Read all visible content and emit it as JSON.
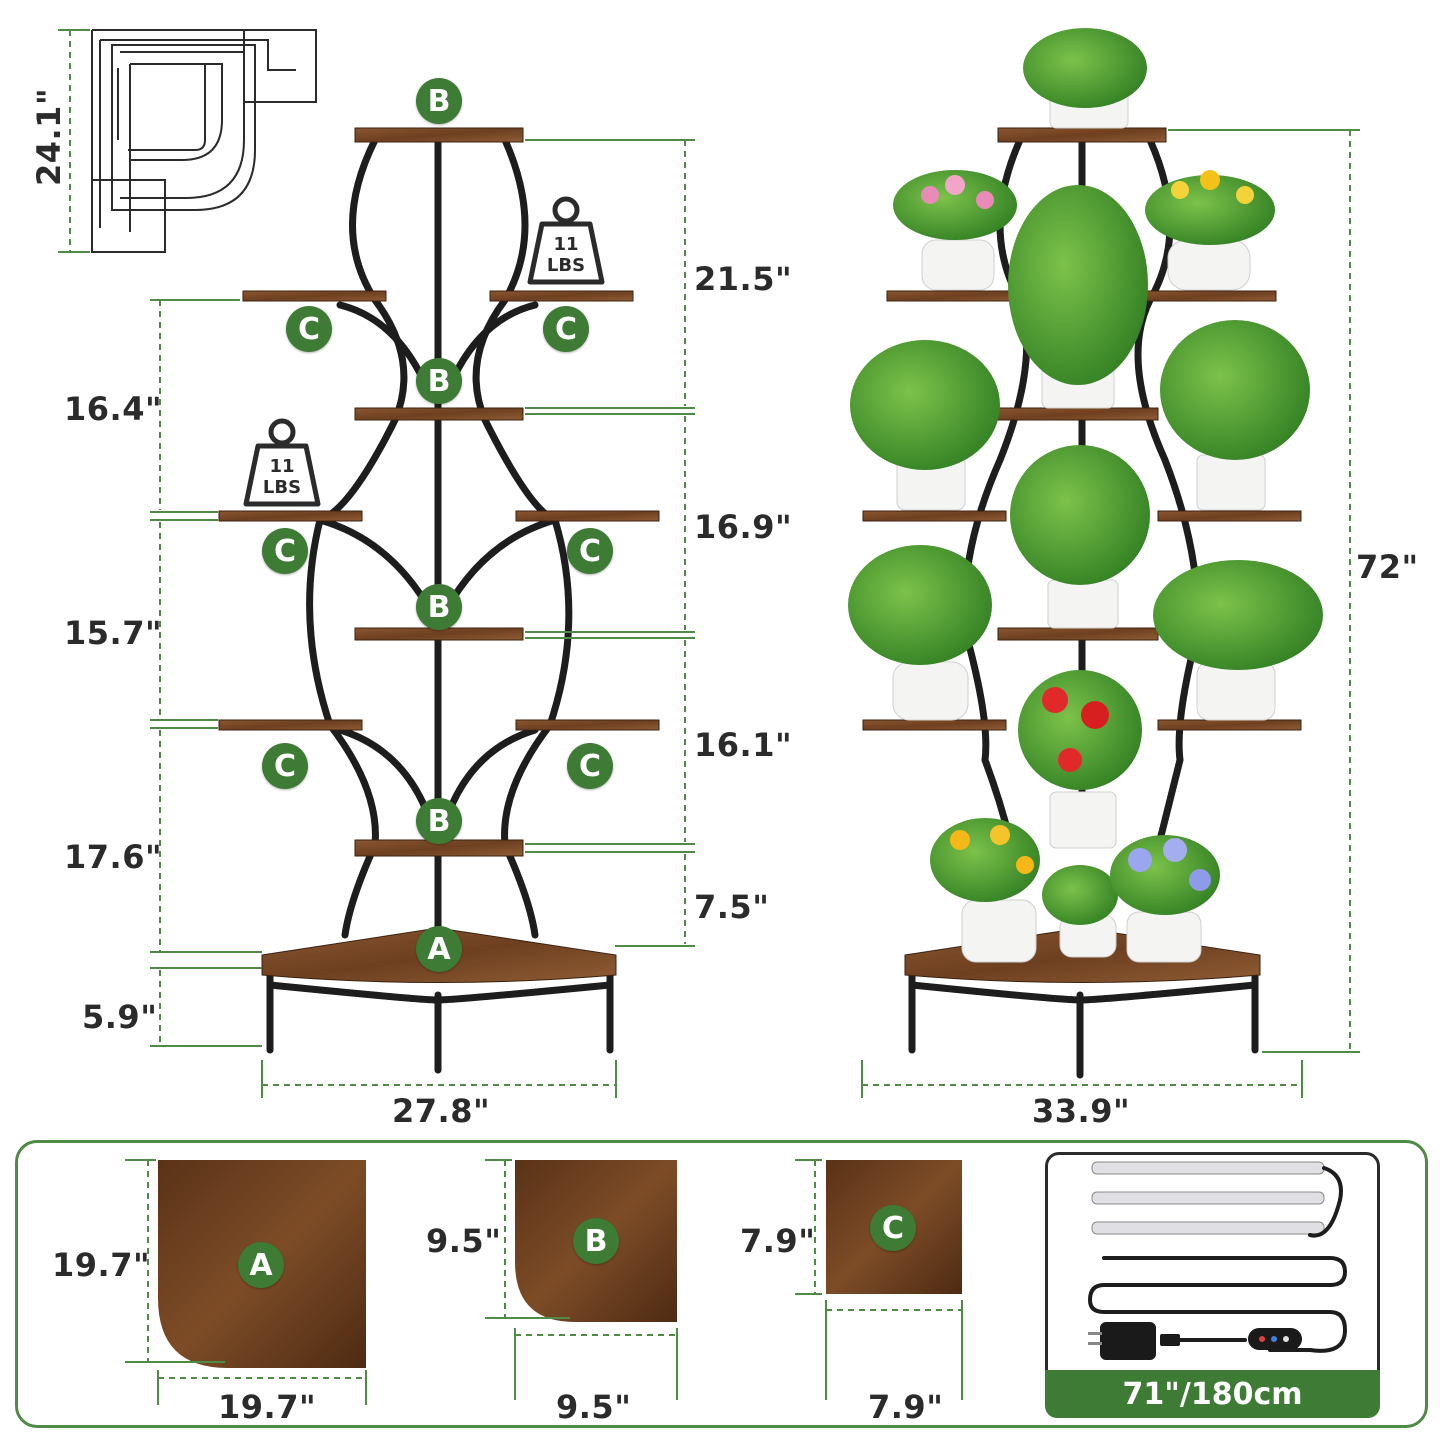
{
  "colors": {
    "accent_green": "#3e7b35",
    "dim_line_green": "#4f8b44",
    "frame_black": "#1d1d1d",
    "wood_brown": "#7a4a28"
  },
  "overall": {
    "depth_label": "24.1\"",
    "height_label": "72\"",
    "width_left_label": "27.8\"",
    "width_right_label": "33.9\""
  },
  "left_spacings": [
    {
      "label": "16.4\""
    },
    {
      "label": "15.7\""
    },
    {
      "label": "17.6\""
    },
    {
      "label": "5.9\""
    }
  ],
  "right_spacings": [
    {
      "label": "21.5\""
    },
    {
      "label": "16.9\""
    },
    {
      "label": "16.1\""
    },
    {
      "label": "7.5\""
    }
  ],
  "shelf_badges": {
    "a": "A",
    "b": "B",
    "c": "C"
  },
  "weight_tags": [
    {
      "line1": "11",
      "line2": "LBS"
    },
    {
      "line1": "11",
      "line2": "LBS"
    }
  ],
  "boards": [
    {
      "id": "A",
      "height_label": "19.7\"",
      "width_label": "19.7\""
    },
    {
      "id": "B",
      "height_label": "9.5\"",
      "width_label": "9.5\""
    },
    {
      "id": "C",
      "height_label": "7.9\"",
      "width_label": "7.9\""
    }
  ],
  "light_kit": {
    "length_label": "71\"/180cm"
  }
}
